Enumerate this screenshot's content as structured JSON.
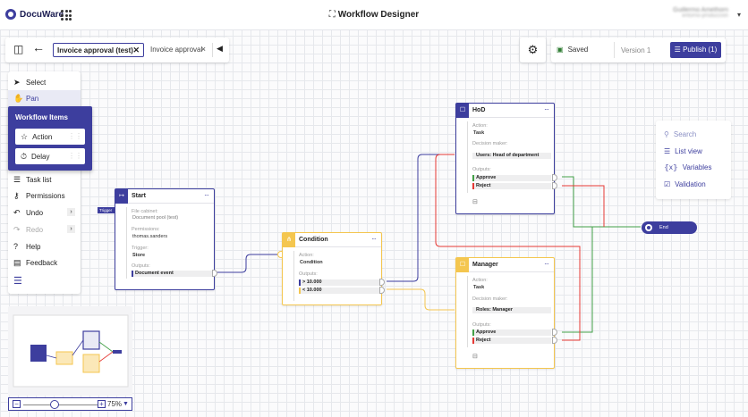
{
  "header": {
    "brand": "DocuWare",
    "title": "Workflow Designer",
    "user_name": "Guillermo Amethorn",
    "user_sub": "entorno-producción"
  },
  "toolbar": {
    "tabs": [
      {
        "label": "Invoice approval (test)",
        "active": true
      },
      {
        "label": "Invoice approval",
        "active": false
      }
    ],
    "saved_label": "Saved",
    "version_label": "Version 1",
    "publish_label": "Publish (1)"
  },
  "sidebar": {
    "items": [
      {
        "label": "Select",
        "icon": "cursor-icon"
      },
      {
        "label": "Pan",
        "icon": "hand-icon",
        "active": true
      },
      {
        "label": "Task list",
        "icon": "checklist-icon"
      },
      {
        "label": "Permissions",
        "icon": "key-icon"
      },
      {
        "label": "Undo",
        "icon": "undo-icon"
      },
      {
        "label": "Redo",
        "icon": "redo-icon",
        "disabled": true
      },
      {
        "label": "Help",
        "icon": "help-icon"
      },
      {
        "label": "Feedback",
        "icon": "feedback-icon"
      }
    ],
    "workflow_items": {
      "title": "Workflow Items",
      "action_label": "Action",
      "delay_label": "Delay"
    }
  },
  "zoom": {
    "percent": "75%",
    "level": 0.45
  },
  "right_panel": {
    "search": "Search",
    "list_view": "List view",
    "variables": "Variables",
    "validation": "Validation"
  },
  "nodes": {
    "start": {
      "title": "Start",
      "trigger": "Trigger",
      "file_cabinet_label": "File cabinet:",
      "file_cabinet": "Document pool (test)",
      "permissions_label": "Permissions:",
      "permissions": "thomas.sanders",
      "trigger_label": "Trigger:",
      "trigger_value": "Store",
      "outputs_label": "Outputs:",
      "output": "Document event"
    },
    "condition": {
      "title": "Condition",
      "action_label": "Action:",
      "action": "Condition",
      "outputs_label": "Outputs:",
      "out1": "> 10.000",
      "out2": "< 10.000"
    },
    "hod": {
      "title": "HoD",
      "action_label": "Action:",
      "action": "Task",
      "decision_label": "Decision maker:",
      "decision": "Users: Head of department",
      "outputs_label": "Outputs:",
      "approve": "Approve",
      "reject": "Reject"
    },
    "manager": {
      "title": "Manager",
      "action_label": "Action:",
      "action": "Task",
      "decision_label": "Decision maker:",
      "decision": "Roles: Manager",
      "outputs_label": "Outputs:",
      "approve": "Approve",
      "reject": "Reject"
    },
    "end": {
      "title": "End"
    }
  },
  "colors": {
    "primary": "#3d3e9e",
    "condition": "#f4c64f",
    "approve": "#43a047",
    "reject": "#e53935"
  }
}
